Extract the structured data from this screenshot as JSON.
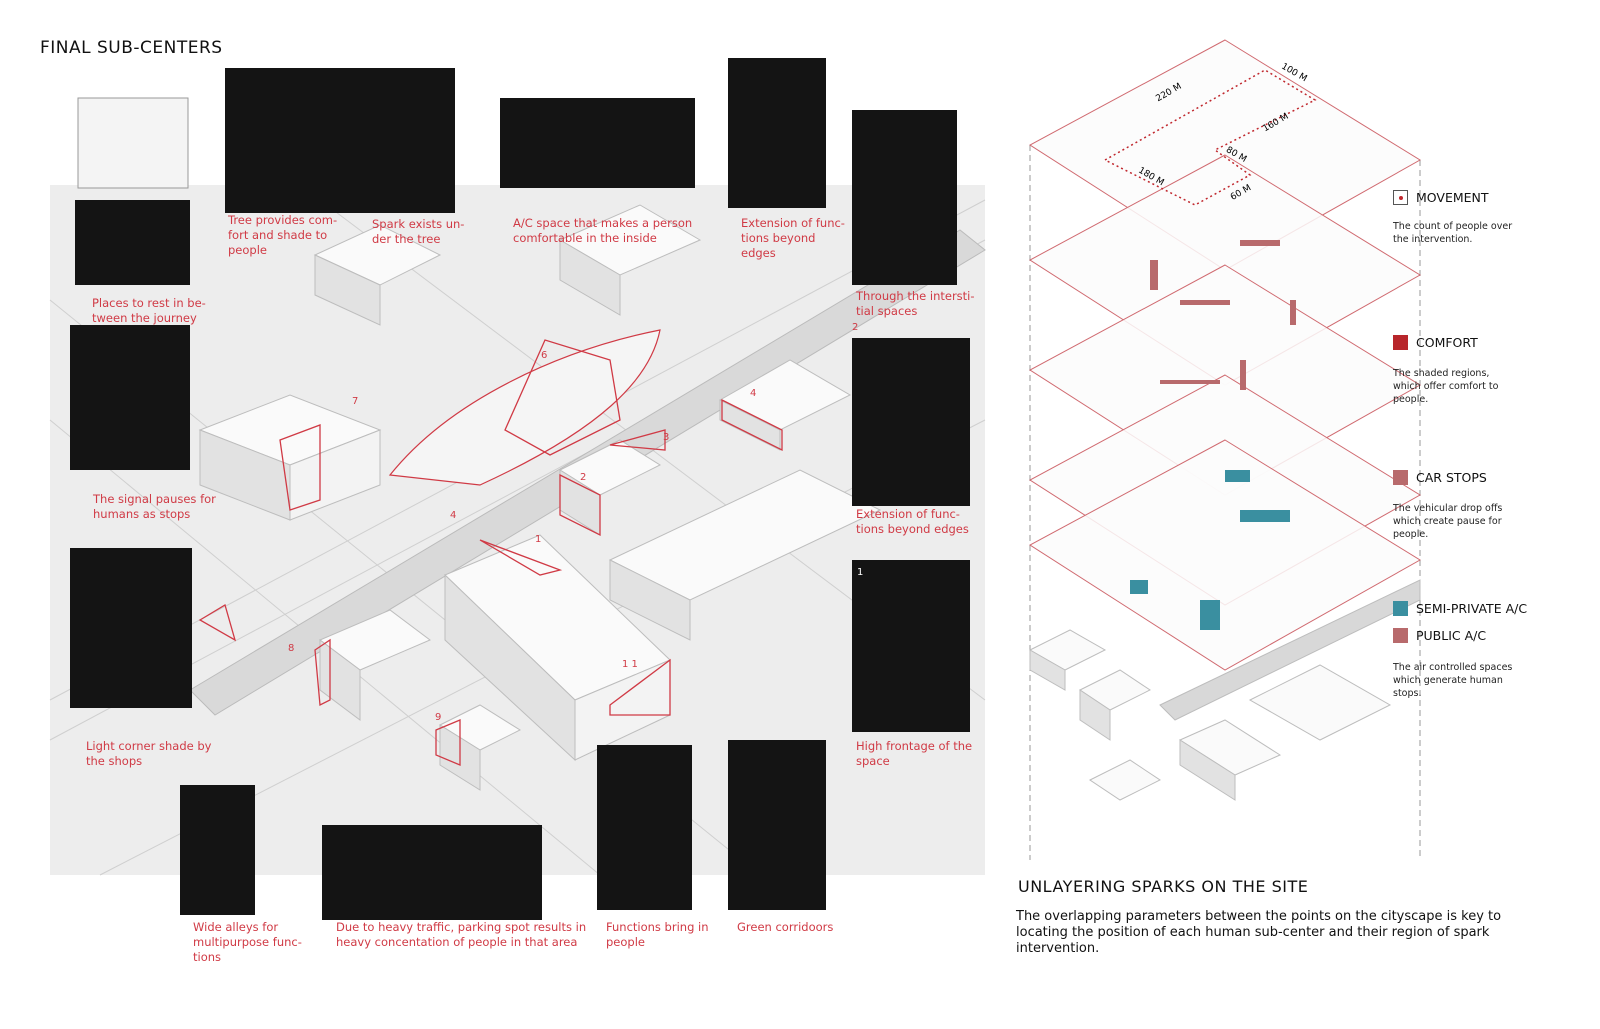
{
  "left_panel": {
    "title": "FINAL SUB-CENTERS",
    "captions": [
      "Places to rest  in be-\ntween the journey",
      "Tree provides com-\nfort and shade to\npeople",
      "Spark exists un-\nder the tree",
      "A/C space that makes a person\ncomfortable in the inside",
      "Extension of func-\ntions beyond\nedges",
      "Through the intersti-\ntial spaces",
      "The signal pauses for\nhumans as stops",
      "Extension of func-\ntions beyond edges",
      "Light corner shade by\nthe shops",
      "High frontage of the\nspace",
      "Wide alleys for\nmultipurpose func-\ntions",
      "Due to heavy traffic, parking spot results in\nheavy concentation of people in that area",
      "Functions bring in\npeople",
      "Green corridoors"
    ],
    "site_numbers": [
      "6",
      "7",
      "4",
      "3",
      "2",
      "1",
      "4",
      "2",
      "8",
      "9",
      "1 1",
      "1"
    ]
  },
  "right_panel": {
    "dimensions": [
      "100 M",
      "220 M",
      "160 M",
      "80 M",
      "180 M",
      "60 M"
    ],
    "legend": [
      {
        "label": "MOVEMENT",
        "desc": "The count of people over\nthe intervention.",
        "color": "#c0272d",
        "style": "dot"
      },
      {
        "label": "COMFORT",
        "desc": "The shaded regions,\nwhich offer comfort to\npeople.",
        "color": "#b8262b",
        "style": "fill"
      },
      {
        "label": "CAR STOPS",
        "desc": "The vehicular drop offs\nwhich create pause for\npeople.",
        "color": "#b86a6c",
        "style": "fill"
      },
      {
        "label": "SEMI-PRIVATE A/C",
        "desc": "",
        "color": "#3a8fa0",
        "style": "fill"
      },
      {
        "label": "PUBLIC A/C",
        "desc": "The air controlled spaces\nwhich generate human\nstops.",
        "color": "#b86a6c",
        "style": "fill"
      }
    ],
    "title": "UNLAYERING SPARKS ON THE SITE",
    "body": "The overlapping parameters between the points on the cityscape is key to locating the position of each human sub-center and their region of spark intervention."
  },
  "colors": {
    "accent": "#d03a45",
    "ground": "#ececec",
    "photo": "#111111"
  }
}
